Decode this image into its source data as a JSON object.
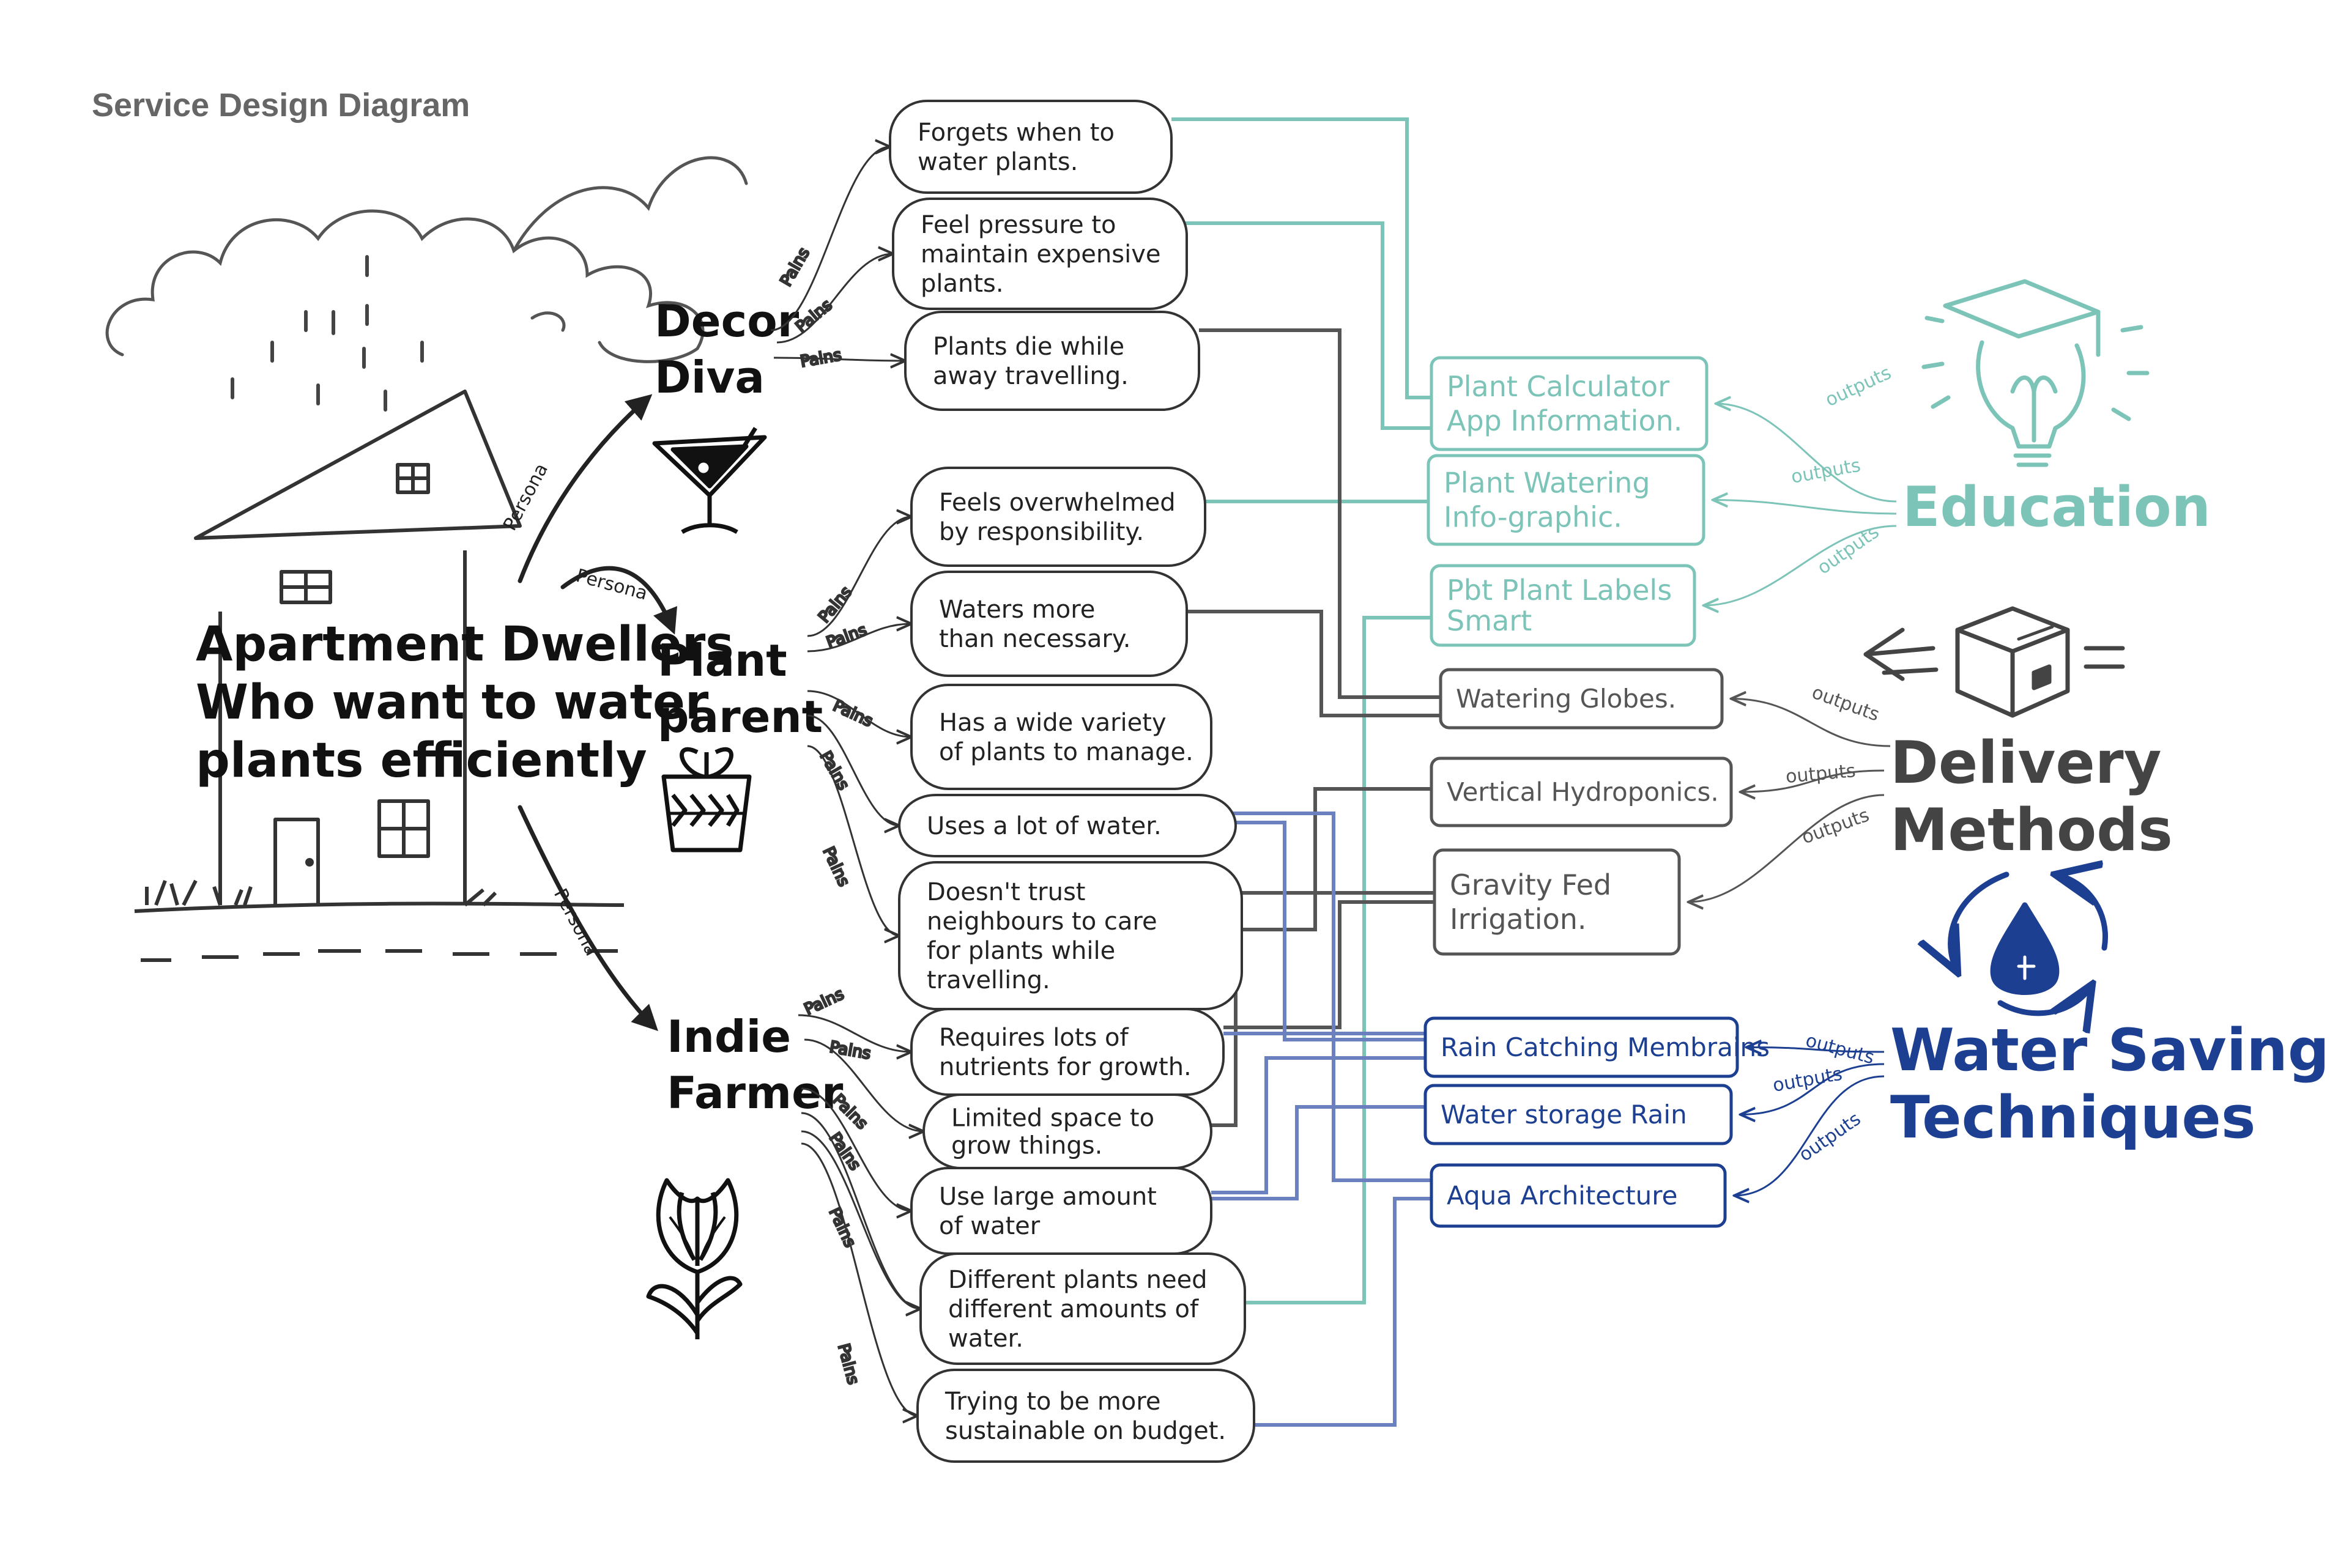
{
  "title": "Service Design Diagram",
  "colors": {
    "ink": "#111111",
    "education": "#7cc4b8",
    "delivery": "#555555",
    "water": "#1c3f91",
    "water_line": "#6a80bf"
  },
  "root": {
    "lines": [
      "Apartment Dwellers",
      "Who want to water",
      "plants efficiently"
    ],
    "icon": "house-icon"
  },
  "persona_label": "Persona",
  "pains_label": "Pains",
  "outputs_label": "outputs",
  "personas": [
    {
      "id": "decor-diva",
      "lines": [
        "Decor",
        "Diva"
      ],
      "icon": "martini-glass-icon"
    },
    {
      "id": "plant-parent",
      "lines": [
        "Plant",
        "parent"
      ],
      "icon": "potted-plant-icon"
    },
    {
      "id": "indie-farmer",
      "lines": [
        "Indie",
        "Farmer"
      ],
      "icon": "tulip-icon"
    }
  ],
  "pains": [
    {
      "lines": [
        "Forgets when to",
        "water plants."
      ]
    },
    {
      "lines": [
        "Feel pressure to",
        "maintain expensive",
        "plants."
      ]
    },
    {
      "lines": [
        "Plants die while",
        "away travelling."
      ]
    },
    {
      "lines": [
        "Feels overwhelmed",
        "by responsibility."
      ]
    },
    {
      "lines": [
        "Waters more",
        "than necessary."
      ]
    },
    {
      "lines": [
        "Has a wide variety",
        "of plants to manage."
      ]
    },
    {
      "lines": [
        "Uses a lot of water."
      ]
    },
    {
      "lines": [
        "Doesn't trust",
        "neighbours to care",
        "for plants while",
        "travelling."
      ]
    },
    {
      "lines": [
        "Requires lots of",
        "nutrients for growth."
      ]
    },
    {
      "lines": [
        "Limited space to",
        "grow things."
      ]
    },
    {
      "lines": [
        "Use large amount",
        "of water"
      ]
    },
    {
      "lines": [
        "Different plants need",
        "different amounts of",
        "water."
      ]
    },
    {
      "lines": [
        "Trying to be more",
        "sustainable on budget."
      ]
    }
  ],
  "solutions": [
    {
      "lines": [
        "Plant Calculator",
        "App Information."
      ],
      "group": "education"
    },
    {
      "lines": [
        "Plant Watering",
        "Info-graphic."
      ],
      "group": "education"
    },
    {
      "lines": [
        "Pbt Plant Labels",
        "Smart"
      ],
      "group": "education"
    },
    {
      "lines": [
        "Watering Globes."
      ],
      "group": "delivery"
    },
    {
      "lines": [
        "Vertical Hydroponics."
      ],
      "group": "delivery"
    },
    {
      "lines": [
        "Gravity Fed",
        "Irrigation."
      ],
      "group": "delivery"
    },
    {
      "lines": [
        "Rain Catching Membrains"
      ],
      "group": "water"
    },
    {
      "lines": [
        "Water storage Rain"
      ],
      "group": "water"
    },
    {
      "lines": [
        "Aqua Architecture"
      ],
      "group": "water"
    }
  ],
  "categories": [
    {
      "id": "education",
      "lines": [
        "Education"
      ],
      "icon": "graduation-lightbulb-icon"
    },
    {
      "id": "delivery",
      "lines": [
        "Delivery",
        "Methods"
      ],
      "icon": "delivery-box-icon"
    },
    {
      "id": "water",
      "lines": [
        "Water Saving",
        "Techniques"
      ],
      "icon": "water-recycle-icon"
    }
  ]
}
